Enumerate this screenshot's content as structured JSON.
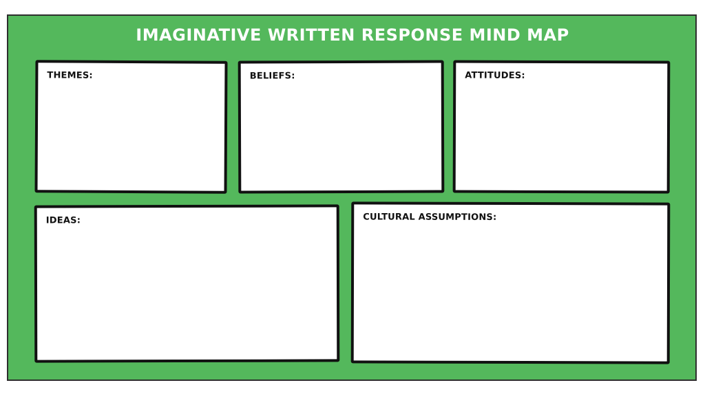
{
  "title": "IMAGINATIVE WRITTEN RESPONSE MIND MAP",
  "colors": {
    "background": "#54b85c",
    "box_fill": "#ffffff",
    "outline": "#111111",
    "title_text": "#ffffff"
  },
  "boxes": {
    "themes": {
      "label": "THEMES:"
    },
    "beliefs": {
      "label": "BELIEFS:"
    },
    "attitudes": {
      "label": "ATTITUDES:"
    },
    "ideas": {
      "label": "IDEAS:"
    },
    "cultural_assumptions": {
      "label": "CULTURAL ASSUMPTIONS:"
    }
  }
}
